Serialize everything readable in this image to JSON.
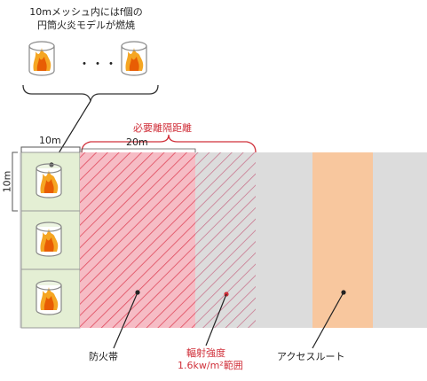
{
  "caption": {
    "line1": "10mメッシュ内にはf個の",
    "line2": "円筒火炎モデルが燃焼"
  },
  "ellipsis": "・・・",
  "dims": {
    "width_10m": "10m",
    "height_10m": "10m",
    "width_20m": "20m",
    "required_distance": "必要離隔距離"
  },
  "labels": {
    "firebreak": "防火帯",
    "radiation_line1": "輻射強度",
    "radiation_line2": "1.6kw/m²範囲",
    "access_route": "アクセスルート"
  },
  "colors": {
    "mesh_fill": "#e4efd4",
    "firebreak_fill": "#f6bcc5",
    "firebreak_hatch": "#e0485c",
    "radiation_fill": "#dcdcdc",
    "radiation_hatch": "#c76a85",
    "ground": "#dcdcdc",
    "access_route": "#f8c79e",
    "red_accent": "#d0303a"
  },
  "icons": [
    "cylinder-flame-icon"
  ]
}
